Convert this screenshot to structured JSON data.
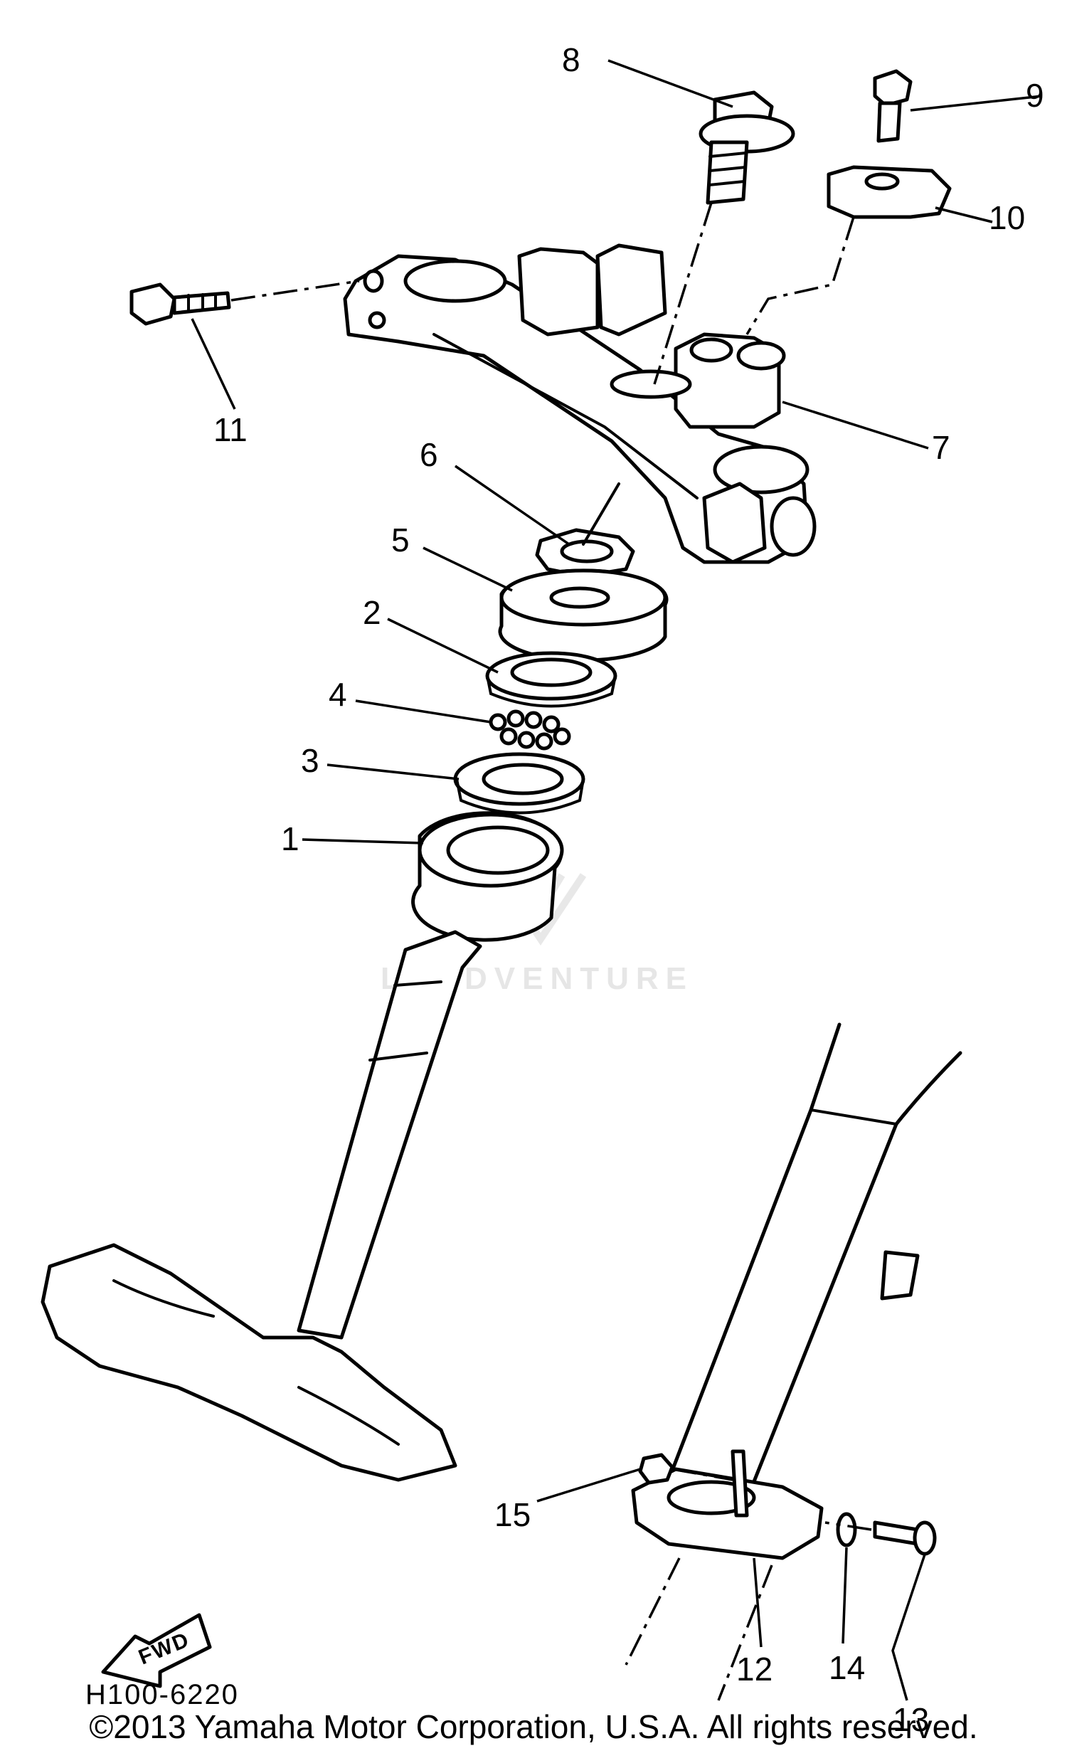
{
  "diagram_code": "H100-6220",
  "watermark": "LEADVENTURE",
  "fwd_label": "FWD",
  "copyright": "©2013 Yamaha Motor Corporation, U.S.A. All rights reserved.",
  "callouts": {
    "c1": "1",
    "c2": "2",
    "c3": "3",
    "c4": "4",
    "c5": "5",
    "c6": "6",
    "c7": "7",
    "c8": "8",
    "c9": "9",
    "c10": "10",
    "c11": "11",
    "c12": "12",
    "c13": "13",
    "c14": "14",
    "c15": "15"
  }
}
